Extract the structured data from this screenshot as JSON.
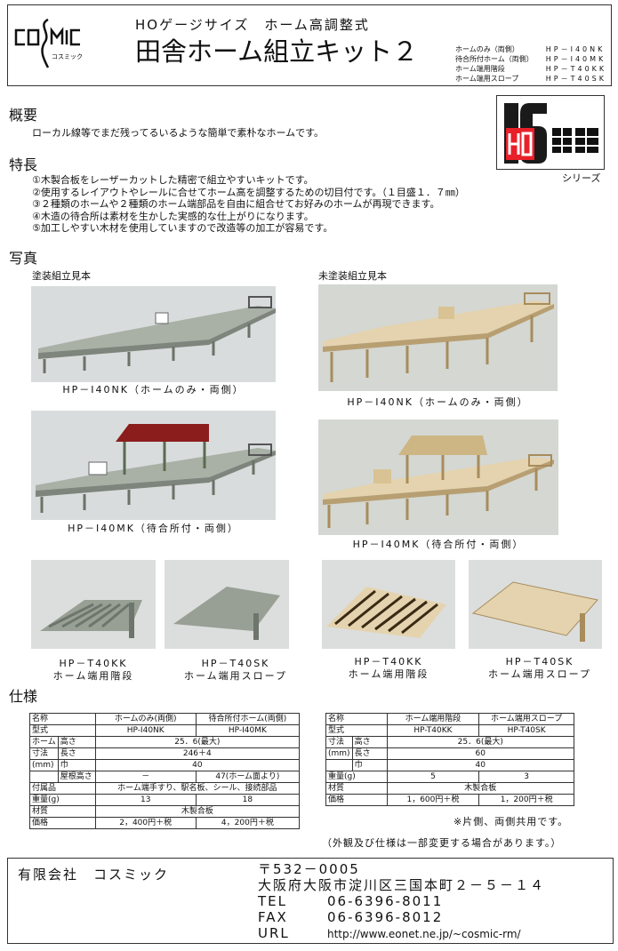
{
  "header": {
    "logo_text": "COSMIC",
    "logo_sub": "コスミック",
    "subtitle": "HOゲージサイズ　ホーム高調整式",
    "title": "田舎ホーム組立キット２",
    "models": [
      {
        "name": "ホームのみ（両側）",
        "code": "HP－I40NK"
      },
      {
        "name": "待合所付ホーム（両側）",
        "code": "HP－I40MK"
      },
      {
        "name": "ホーム端用階段",
        "code": "HP－T40KK"
      },
      {
        "name": "ホーム端用スロープ",
        "code": "HP－T40SK"
      }
    ]
  },
  "series_logo": {
    "text": "16 HO番街",
    "label": "シリーズ",
    "accent": "#e8202a"
  },
  "overview": {
    "heading": "概要",
    "text": "ローカル線等でまだ残ってるいるような簡単で素朴なホームです。"
  },
  "features": {
    "heading": "特長",
    "items": [
      "①木製合板をレーザーカットした精密で組立やすいキットです。",
      "②使用するレイアウトやレールに合せてホーム高を調整するための切目付です。（１目盛１．７㎜）",
      "③２種類のホームや２種類のホーム端部品を自由に組合せてお好みのホームが再現できます。",
      "④木造の待合所は素材を生かした実感的な仕上がりになります。",
      "⑤加工しやすい木材を使用していますので改造等の加工が容易です。"
    ]
  },
  "photos": {
    "heading": "写真",
    "painted_label": "塗装組立見本",
    "unpainted_label": "未塗装組立見本",
    "captions": {
      "p1": "HP－I40NK（ホームのみ・両側）",
      "p2": "HP－I40NK（ホームのみ・両側）",
      "p3": "HP－I40MK（待合所付・両側）",
      "p4": "HP－I40MK（待合所付・両側）",
      "s1a": "HP－T40KK",
      "s1b": "ホーム端用階段",
      "s2a": "HP－T40SK",
      "s2b": "ホーム端用スロープ",
      "s3a": "HP－T40KK",
      "s3b": "ホーム端用階段",
      "s4a": "HP－T40SK",
      "s4b": "ホーム端用スロープ"
    },
    "colors": {
      "painted": "#a9b0a6",
      "unpainted": "#e4d3ae",
      "roof": "#8b1d1d"
    }
  },
  "spec": {
    "heading": "仕様",
    "t1": {
      "h": [
        "名称",
        "ホームのみ(両側)",
        "待合所付ホーム(両側)"
      ],
      "model": [
        "型式",
        "HP-I40NK",
        "HP-I40MK"
      ],
      "g1": "ホーム",
      "g2": "寸法",
      "g3": "(mm)",
      "height": [
        "高さ",
        "25．6(最大)"
      ],
      "length": [
        "長さ",
        "246＋4"
      ],
      "width": [
        "巾",
        "40"
      ],
      "roof": [
        "屋根高さ",
        "－",
        "47(ホーム面より)"
      ],
      "acc": [
        "付属品",
        "ホーム端手すり、駅名板、シール、接続部品"
      ],
      "weight": [
        "重量(g)",
        "13",
        "18"
      ],
      "mat": [
        "材質",
        "木製合板"
      ],
      "price": [
        "価格",
        "2，400円＋税",
        "4，200円＋税"
      ]
    },
    "t2": {
      "h": [
        "名称",
        "ホーム端用階段",
        "ホーム端用スロープ"
      ],
      "model": [
        "型式",
        "HP-T40KK",
        "HP-T40SK"
      ],
      "g1": "寸法",
      "g2": "(mm)",
      "height": [
        "高さ",
        "25．6(最大)"
      ],
      "length": [
        "長さ",
        "60"
      ],
      "width": [
        "巾",
        "40"
      ],
      "weight": [
        "重量(g)",
        "5",
        "3"
      ],
      "mat": [
        "材質",
        "木製合板"
      ],
      "price": [
        "価格",
        "1，600円＋税",
        "1，200円＋税"
      ]
    },
    "note1": "※片側、両側共用です。",
    "note2": "（外観及び仕様は一部変更する場合があります。）"
  },
  "footer": {
    "company": "有限会社　コスミック",
    "postal": "〒532－0005",
    "address": "大阪府大阪市淀川区三国本町２－５－１４",
    "tel_label": "TEL",
    "tel": "06-6396-8011",
    "fax_label": "FAX",
    "fax": "06-6396-8012",
    "url_label": "URL",
    "url": "http://www.eonet.ne.jp/~cosmic-rm/"
  }
}
